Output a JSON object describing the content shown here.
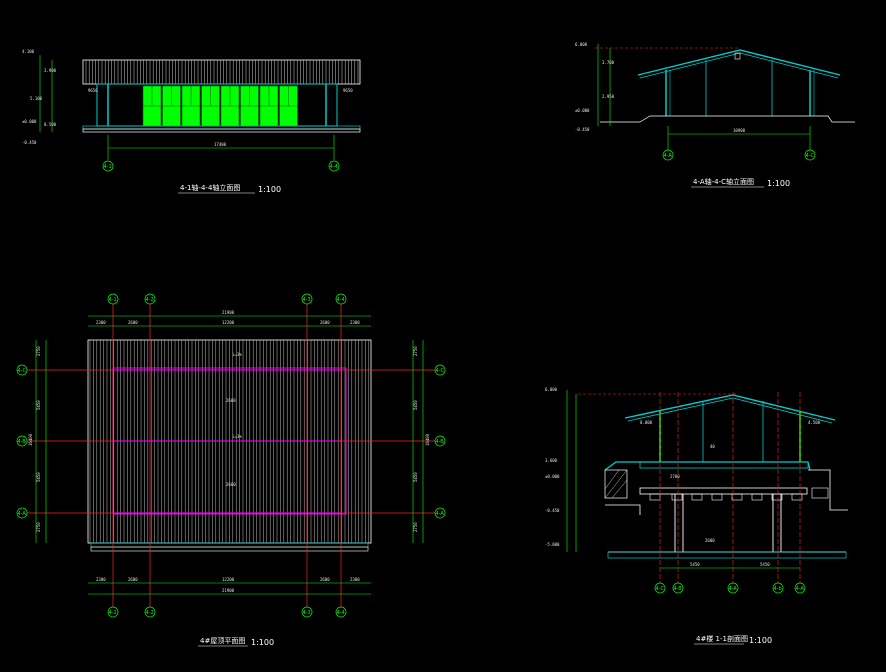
{
  "colors": {
    "background": "#000000",
    "wall": "#00cccc",
    "roof": "#ffffff",
    "dimension": "#00ff00",
    "axis": "#ff2222",
    "highlight": "#ff00ff",
    "glass": "#00ff00"
  },
  "views": {
    "front_elevation": {
      "title": "4-1轴-4-4轴立面图",
      "scale": "1:100",
      "axes": [
        "4-1",
        "4-4"
      ],
      "overall_dim": "17400",
      "left_dims": [
        "4.100",
        "3.900",
        "5.100",
        "0.500",
        "±0.000",
        "-0.450"
      ],
      "notes": [
        "9650",
        "9650"
      ]
    },
    "side_elevation": {
      "title": "4-A轴-4-C轴立面图",
      "scale": "1:100",
      "axes": [
        "4-A",
        "4-C"
      ],
      "overall_dim": "10900",
      "left_dims": [
        "6.000",
        "3.700",
        "2.950",
        "±0.000",
        "-0.450"
      ]
    },
    "roof_plan": {
      "title": "4#屋顶平面图",
      "scale": "1:100",
      "col_axes": [
        "4-1",
        "4-2",
        "4-3",
        "4-4"
      ],
      "row_axes": [
        "4-C",
        "4-B",
        "4-A"
      ],
      "top_dims": [
        "2300",
        "2600",
        "12200",
        "2600",
        "2300"
      ],
      "top_total": "21900",
      "bottom_dims": [
        "2300",
        "2600",
        "12200",
        "2600",
        "2300"
      ],
      "bottom_total": "21900",
      "side_dims": [
        "2750",
        "5450",
        "5450",
        "2750"
      ],
      "side_total": "16400",
      "inner_labels": [
        "i=3%",
        "i=3%",
        "2600",
        "2600"
      ]
    },
    "section": {
      "title": "4#楼 1-1剖面图",
      "scale": "1:100",
      "axes": [
        "4-C",
        "4-B",
        "4-A",
        "4-b",
        "4-A"
      ],
      "bottom_dims": [
        "5450",
        "5450"
      ],
      "left_dims": [
        "6.000",
        "3.600",
        "±0.000",
        "-0.450",
        "-5.000"
      ],
      "labels": [
        "40",
        "2700",
        "2600",
        "8.000",
        "4.500"
      ]
    }
  }
}
